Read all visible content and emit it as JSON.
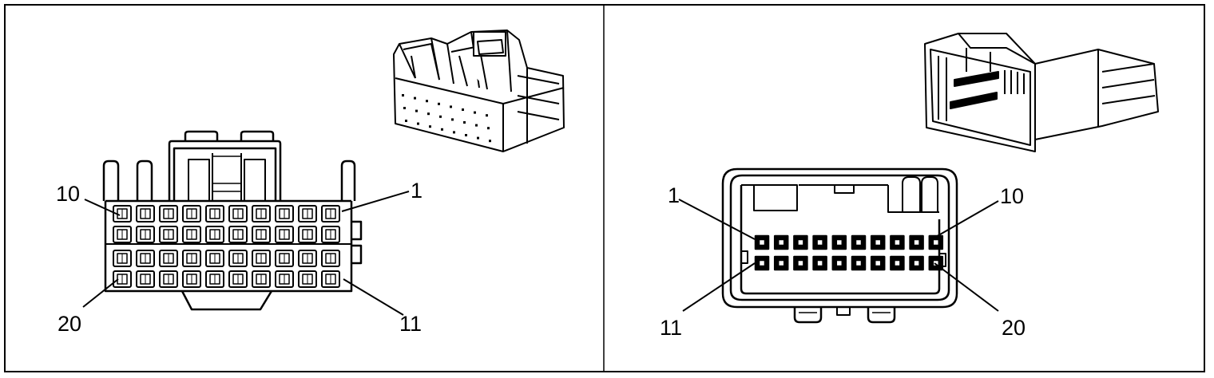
{
  "female_connector": {
    "pin_labels": {
      "top_right": "1",
      "top_left": "10",
      "bottom_right": "11",
      "bottom_left": "20"
    },
    "rows": 4,
    "columns": 10
  },
  "male_connector": {
    "pin_labels": {
      "top_left": "1",
      "top_right": "10",
      "bottom_left": "11",
      "bottom_right": "20"
    },
    "rows": 2,
    "columns": 10
  }
}
